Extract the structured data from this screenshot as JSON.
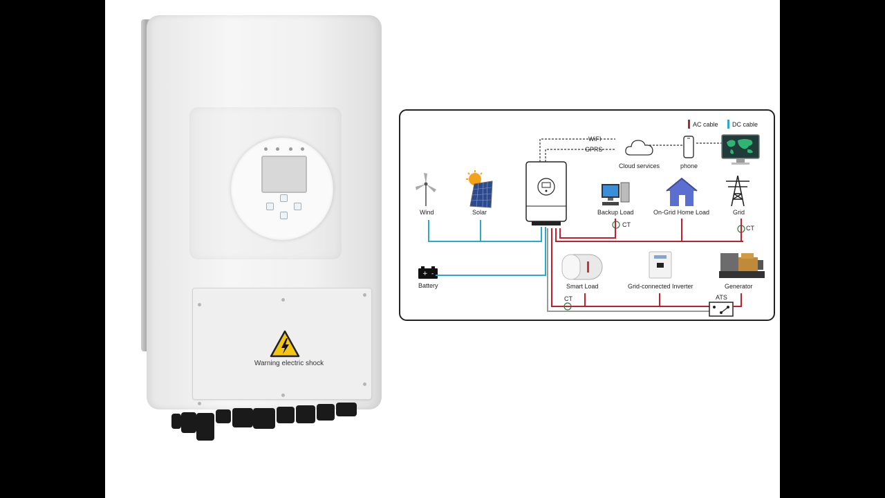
{
  "product": {
    "warning_label": "Warning electric shock"
  },
  "schematic": {
    "legend": [
      {
        "label": "AC cable",
        "color": "#c0202e"
      },
      {
        "label": "DC cable",
        "color": "#29a9cf"
      }
    ],
    "communication": {
      "wifi_label": "WiFI",
      "gprs_label": "GPRS",
      "cloud_label": "Cloud services",
      "phone_label": "phone"
    },
    "sources": {
      "wind_label": "Wind",
      "solar_label": "Solar",
      "battery_label": "Battery"
    },
    "loads": {
      "backup_load_label": "Backup Load",
      "on_grid_home_load_label": "On-Grid Home Load",
      "grid_label": "Grid",
      "smart_load_label": "Smart Load",
      "grid_connected_inverter_label": "Grid-connected Inverter",
      "generator_label": "Generator"
    },
    "ct_labels": [
      "CT",
      "CT",
      "CT"
    ],
    "ats_label": "ATS"
  }
}
